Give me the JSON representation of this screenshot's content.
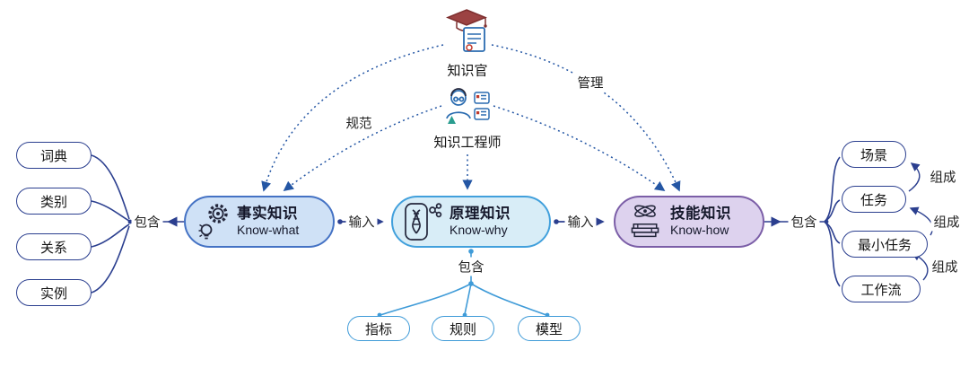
{
  "roles": {
    "officer": "知识官",
    "engineer": "知识工程师"
  },
  "nodes": {
    "know_what": {
      "title": "事实知识",
      "subtitle": "Know-what"
    },
    "know_why": {
      "title": "原理知识",
      "subtitle": "Know-why"
    },
    "know_how": {
      "title": "技能知识",
      "subtitle": "Know-how"
    }
  },
  "edge_labels": {
    "input_left": "输入",
    "input_right": "输入",
    "standardize": "规范",
    "manage": "管理",
    "contain_left": "包含",
    "contain_right": "包含",
    "contain_bottom": "包含",
    "compose": [
      "组成",
      "组成",
      "组成"
    ]
  },
  "left_items": [
    "词典",
    "类别",
    "关系",
    "实例"
  ],
  "right_items": [
    "场景",
    "任务",
    "最小任务",
    "工作流"
  ],
  "bottom_items": [
    "指标",
    "规则",
    "模型"
  ],
  "colors": {
    "dark_blue": "#2b3f8f",
    "dotted_blue": "#2456a4",
    "light_blue": "#3f9bd8",
    "know_what_fill": "#cfe1f6",
    "know_what_border": "#4472c4",
    "know_why_fill": "#d8edf7",
    "know_why_border": "#41a0dc",
    "know_how_fill": "#ddd2ee",
    "know_how_border": "#7b5ea7"
  }
}
